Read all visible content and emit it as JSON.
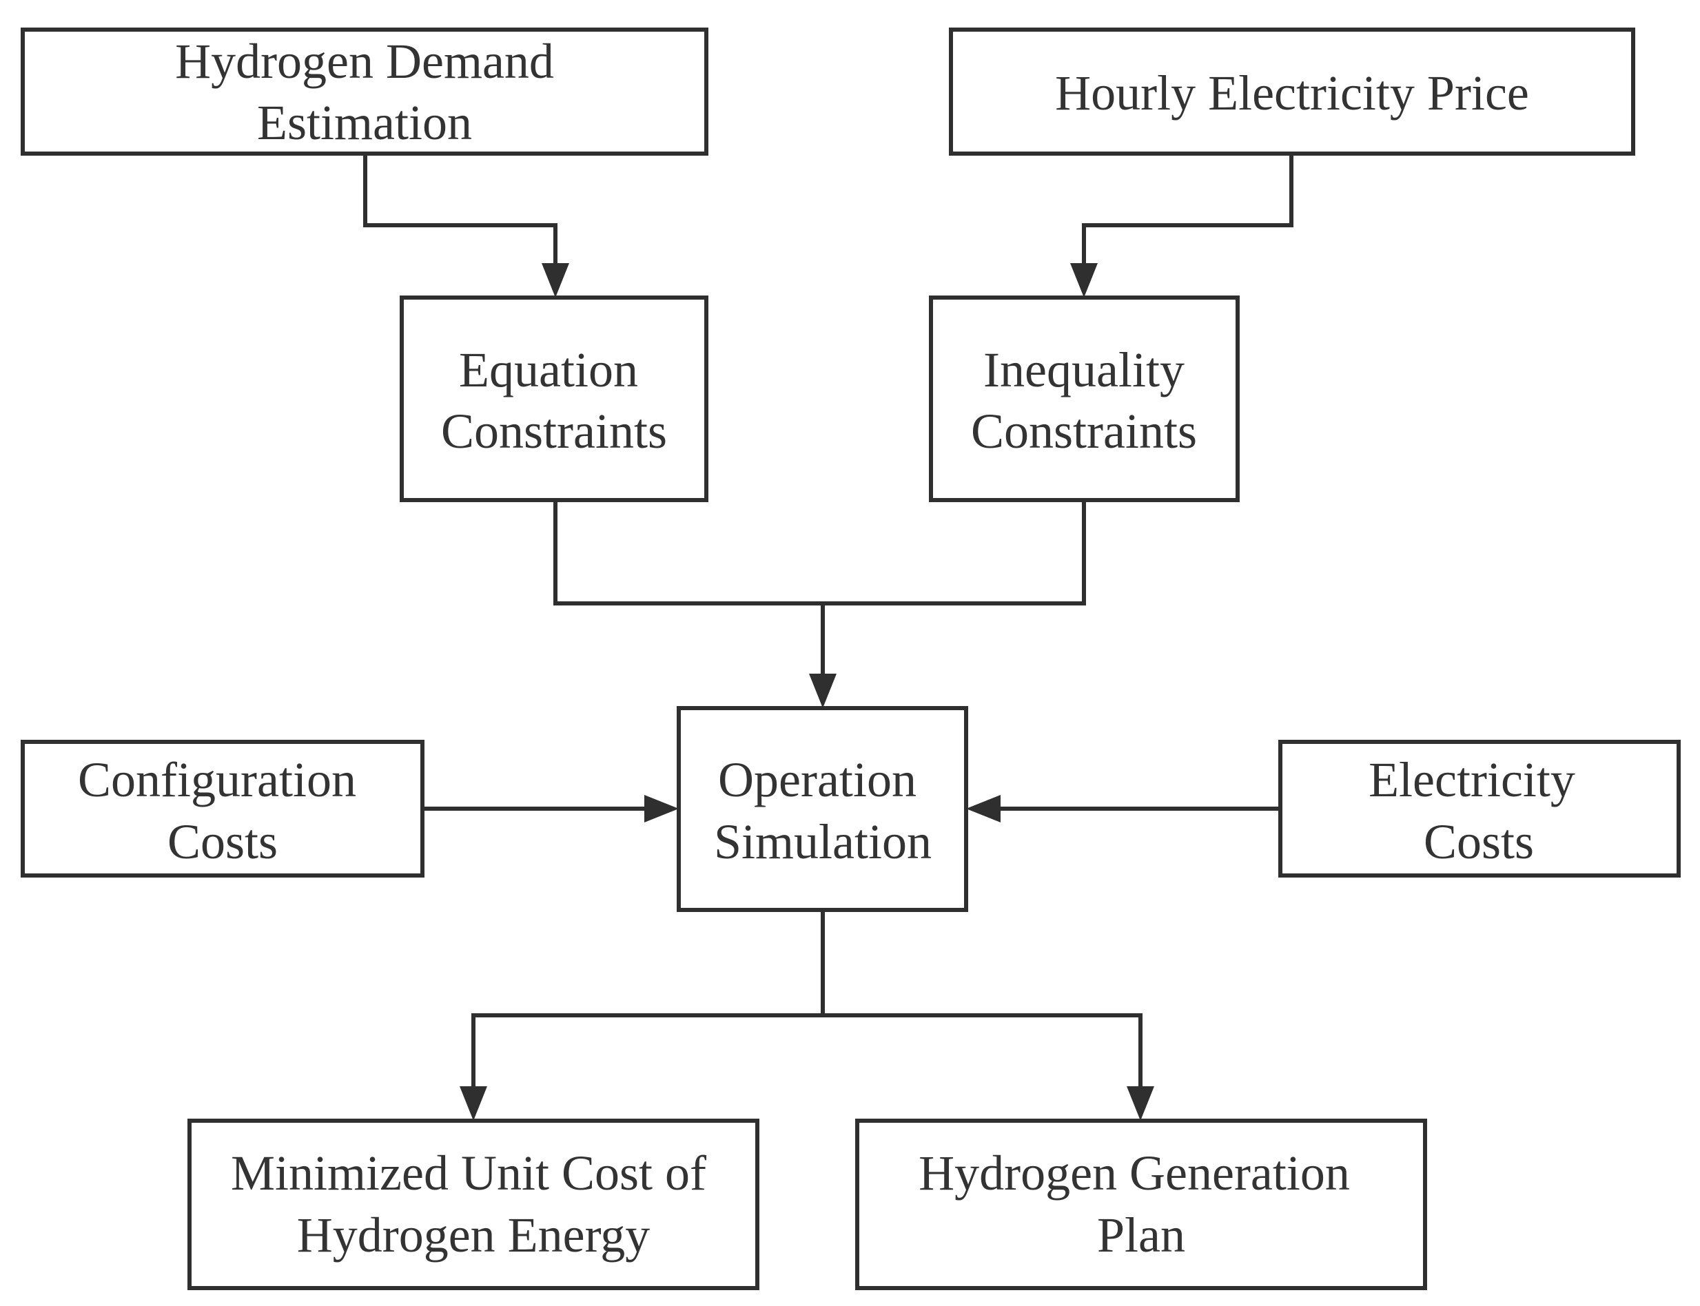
{
  "nodes": {
    "hydrogen_demand": {
      "lines": [
        "Hydrogen Demand",
        "Estimation"
      ]
    },
    "hourly_price": {
      "lines": [
        "Hourly Electricity Price"
      ]
    },
    "equation_constraints": {
      "lines": [
        "Equation",
        "Constraints"
      ]
    },
    "inequality_constraints": {
      "lines": [
        "Inequality",
        "Constraints"
      ]
    },
    "configuration_costs": {
      "lines": [
        "Configuration",
        "Costs"
      ]
    },
    "operation_simulation": {
      "lines": [
        "Operation",
        "Simulation"
      ]
    },
    "electricity_costs": {
      "lines": [
        "Electricity",
        "Costs"
      ]
    },
    "minimized_cost": {
      "lines": [
        "Minimized Unit Cost of",
        "Hydrogen Energy"
      ]
    },
    "generation_plan": {
      "lines": [
        "Hydrogen Generation",
        "Plan"
      ]
    }
  },
  "edges": [
    {
      "from": "hydrogen_demand",
      "to": "equation_constraints"
    },
    {
      "from": "hourly_price",
      "to": "inequality_constraints"
    },
    {
      "from": "equation_constraints",
      "to": "operation_simulation"
    },
    {
      "from": "inequality_constraints",
      "to": "operation_simulation"
    },
    {
      "from": "configuration_costs",
      "to": "operation_simulation"
    },
    {
      "from": "electricity_costs",
      "to": "operation_simulation"
    },
    {
      "from": "operation_simulation",
      "to": "minimized_cost"
    },
    {
      "from": "operation_simulation",
      "to": "generation_plan"
    }
  ]
}
